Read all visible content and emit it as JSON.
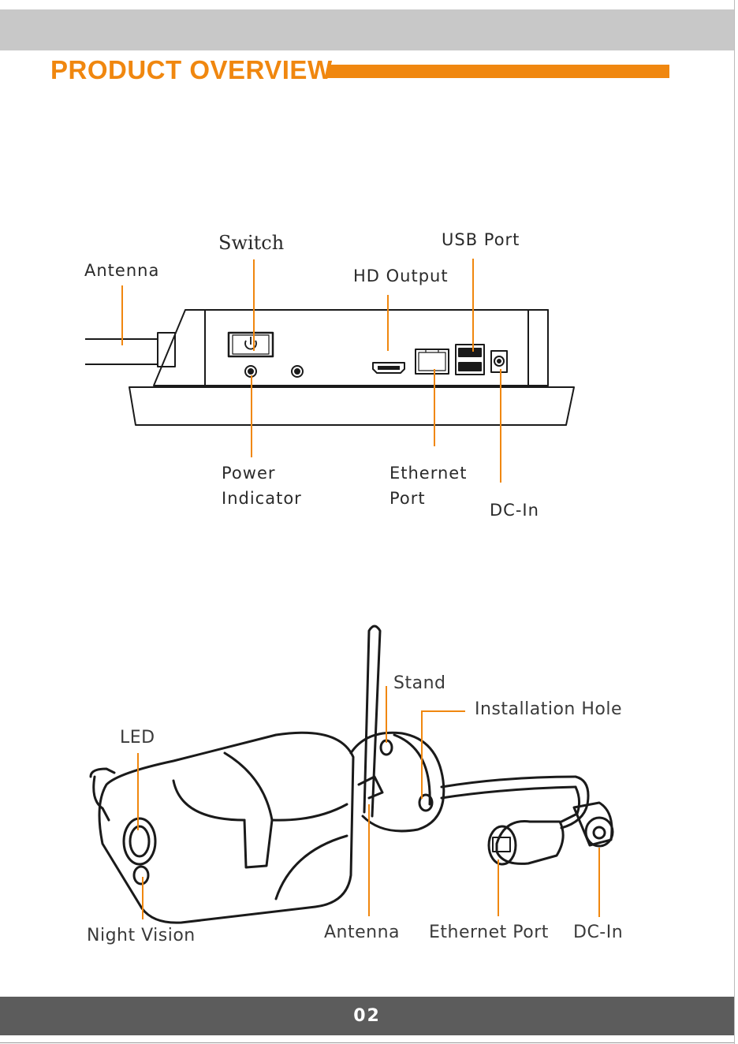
{
  "colors": {
    "accent": "#f0870f",
    "header_bar": "#c8c8c8",
    "footer_bar": "#5c5c5c",
    "leader": "#f0870f",
    "line_art": "#1a1a1a"
  },
  "header": {
    "title": "PRODUCT OVERVIEW"
  },
  "nvr": {
    "labels": {
      "switch": "Switch",
      "usb_port": "USB Port",
      "antenna": "Antenna",
      "hd_output": "HD Output",
      "power_indicator_line1": "Power",
      "power_indicator_line2": "Indicator",
      "ethernet_port_line1": "Ethernet",
      "ethernet_port_line2": "Port",
      "dc_in": "DC-In"
    },
    "icons": [
      "power-icon",
      "hdmi-port-icon",
      "rj45-port-icon",
      "usb-port-icon",
      "dc-jack-icon",
      "indicator-led-icon"
    ]
  },
  "camera": {
    "labels": {
      "stand": "Stand",
      "installation_hole": "Installation Hole",
      "led": "LED",
      "night_vision": "Night Vision",
      "antenna": "Antenna",
      "ethernet_port": "Ethernet Port",
      "dc_in": "DC-In"
    }
  },
  "footer": {
    "page_number": "02"
  }
}
